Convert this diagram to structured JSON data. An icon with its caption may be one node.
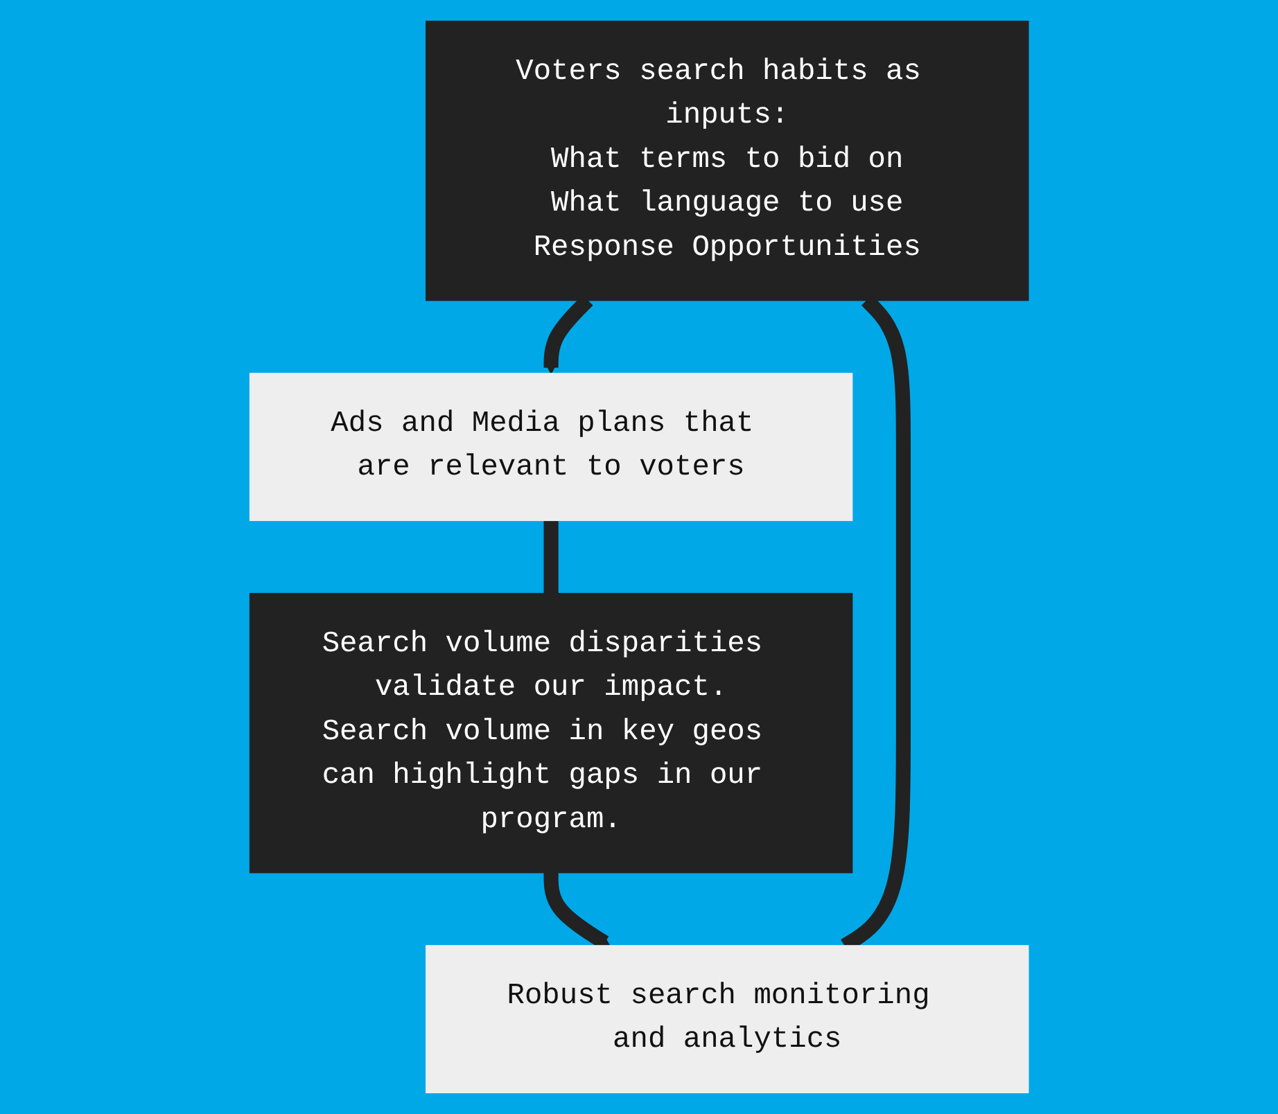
{
  "diagram": {
    "nodes": [
      {
        "text": [
          "Voters search habits as inputs:",
          "What terms to bid on",
          "What language to use",
          "Response Opportunities"
        ]
      },
      {
        "text": [
          "Robust search monitoring and analytics"
        ]
      },
      {
        "text": [
          "Ads and Media plans that are relevant to voters"
        ]
      },
      {
        "text": [
          "Search volume disparities validate our impact.",
          "Search volume in key geos can highlight gaps in our program."
        ]
      }
    ],
    "edges": [
      {
        "from": 1,
        "to": 0,
        "arrow": "none"
      },
      {
        "from": 0,
        "to": 2,
        "arrow": "to"
      },
      {
        "from": 2,
        "to": 3,
        "arrow": "none"
      },
      {
        "from": 3,
        "to": 1,
        "arrow": "to"
      }
    ]
  }
}
